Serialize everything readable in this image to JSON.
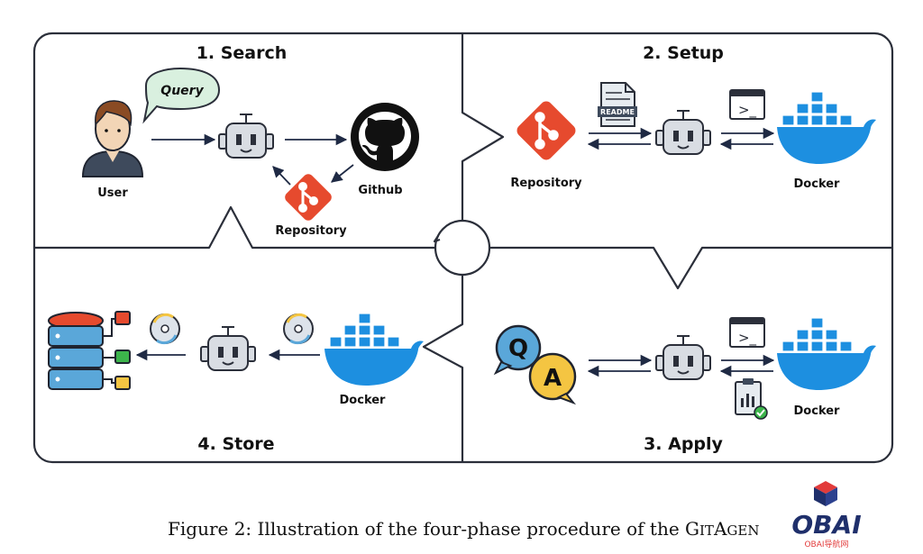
{
  "phases": {
    "search": "1. Search",
    "setup": "2. Setup",
    "apply": "3. Apply",
    "store": "4. Store"
  },
  "labels": {
    "query": "Query",
    "user": "User",
    "github": "Github",
    "repository": "Repository",
    "docker": "Docker",
    "readme": "README",
    "terminal": ">_",
    "q": "Q",
    "a": "A"
  },
  "caption": {
    "prefix": "Figure 2: Illustration of the four-phase procedure of the ",
    "name_first": "G",
    "name_rest": "IT",
    "name_second": "A",
    "name_tail": "GEN"
  },
  "logo": {
    "text": "OBAI",
    "subtext": "OBAI导航网"
  },
  "colors": {
    "frame": "#2b2f3a",
    "git": "#e64a2e",
    "docker": "#1d8fe0",
    "robot": "#d9dde3",
    "folder_yellow": "#f4c542",
    "db_blue": "#5aa7d9"
  }
}
